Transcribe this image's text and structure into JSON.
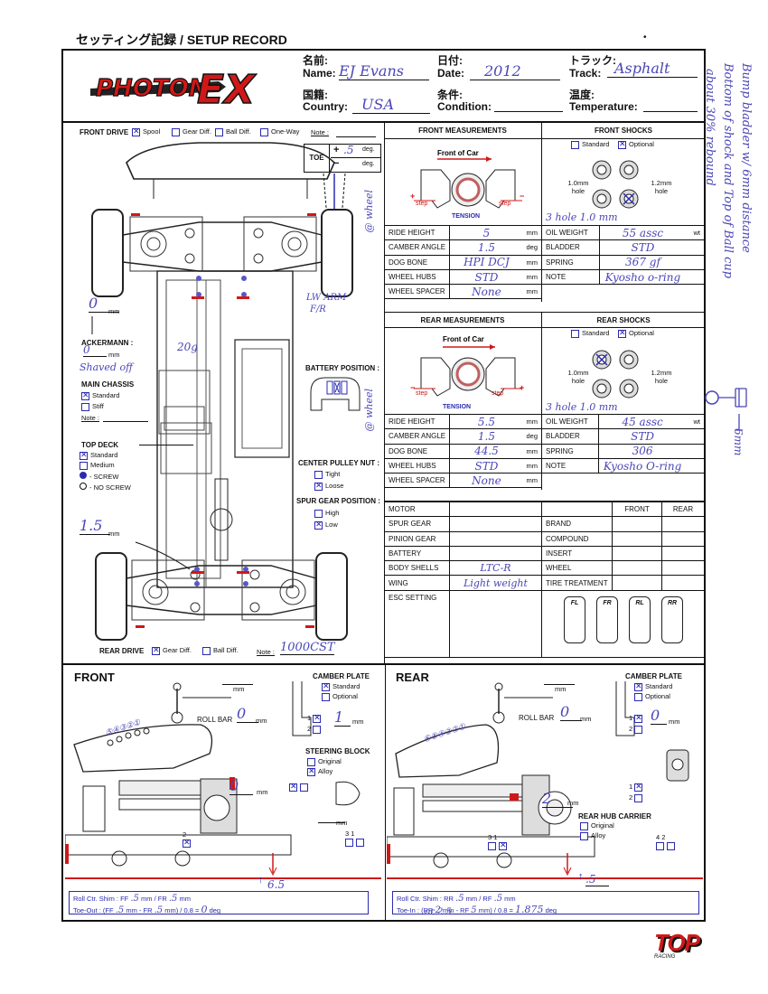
{
  "header": {
    "title": "セッティング記録 / SETUP RECORD",
    "logo": "PHOTON EX",
    "name_jp": "名前:",
    "name_label": "Name:",
    "name_value": "EJ Evans",
    "date_jp": "日付:",
    "date_label": "Date:",
    "date_value": "2012",
    "track_jp": "トラック:",
    "track_label": "Track:",
    "track_value": "Asphalt",
    "country_jp": "国籍:",
    "country_label": "Country:",
    "country_value": "USA",
    "condition_jp": "条件:",
    "condition_label": "Condition:",
    "condition_value": "",
    "temp_jp": "温度:",
    "temp_label": "Temperature:",
    "temp_value": ""
  },
  "margin_note": {
    "line1": "Bump bladder w/ 6mm distance",
    "line2": "Bottom of shock and Top of Ball cup",
    "line3": "about 30% rebound",
    "dim": "6mm"
  },
  "chassis": {
    "front_drive_label": "FRONT DRIVE",
    "spool": "Spool",
    "gear_diff": "Gear Diff.",
    "ball_diff": "Ball Diff.",
    "one_way": "One-Way",
    "note_label": "Note :",
    "toe_label": "TOE",
    "toe_plus": "+",
    "toe_minus": "−",
    "toe_value": ".5",
    "deg": "deg.",
    "at_wheel_front": "@ wheel",
    "at_wheel_rear": "@ wheel",
    "front_mm_value": "0",
    "mm": "mm",
    "lw_arm": "LW ARM",
    "fr": "F/R",
    "ackermann_label": "ACKERMANN :",
    "ackermann_value": "0",
    "shaved": "Shaved off",
    "twenty_g": "20g",
    "main_chassis_label": "MAIN CHASSIS",
    "standard": "Standard",
    "stiff": "Stiff",
    "medium": "Medium",
    "top_deck_label": "TOP DECK",
    "screw": "- SCREW",
    "no_screw": "- NO SCREW",
    "battery_position_label": "BATTERY POSITION :",
    "center_pulley_label": "CENTER PULLEY NUT :",
    "tight": "Tight",
    "loose": "Loose",
    "spur_position_label": "SPUR GEAR POSITION :",
    "high": "High",
    "low": "Low",
    "rear_mm_value": "1.5",
    "rear_drive_label": "REAR DRIVE",
    "rear_note_value": "1000CST"
  },
  "front_measurements": {
    "title": "FRONT MEASUREMENTS",
    "front_of_car": "Front of Car",
    "step": "step",
    "tension": "TENSION",
    "rows": [
      {
        "label": "RIDE HEIGHT",
        "value": "5",
        "unit": "mm"
      },
      {
        "label": "CAMBER ANGLE",
        "value": "1.5",
        "unit": "deg"
      },
      {
        "label": "DOG BONE",
        "value": "HPI DCJ",
        "unit": "mm"
      },
      {
        "label": "WHEEL HUBS",
        "value": "STD",
        "unit": "mm"
      },
      {
        "label": "WHEEL SPACER",
        "value": "None",
        "unit": "mm"
      }
    ]
  },
  "front_shocks": {
    "title": "FRONT SHOCKS",
    "standard": "Standard",
    "optional": "Optional",
    "hole1": "1.0mm",
    "hole2": "1.2mm",
    "hole": "hole",
    "hole_note": "3 hole 1.0 mm",
    "rows": [
      {
        "label": "OIL WEIGHT",
        "value": "55 assc",
        "unit": "wt"
      },
      {
        "label": "BLADDER",
        "value": "STD",
        "unit": ""
      },
      {
        "label": "SPRING",
        "value": "367 gf",
        "unit": ""
      },
      {
        "label": "NOTE",
        "value": "Kyosho o-ring",
        "unit": ""
      }
    ]
  },
  "rear_measurements": {
    "title": "REAR MEASUREMENTS",
    "rows": [
      {
        "label": "RIDE HEIGHT",
        "value": "5.5",
        "unit": "mm"
      },
      {
        "label": "CAMBER ANGLE",
        "value": "1.5",
        "unit": "deg"
      },
      {
        "label": "DOG BONE",
        "value": "44.5",
        "unit": "mm"
      },
      {
        "label": "WHEEL HUBS",
        "value": "STD",
        "unit": "mm"
      },
      {
        "label": "WHEEL SPACER",
        "value": "None",
        "unit": "mm"
      }
    ]
  },
  "rear_shocks": {
    "title": "REAR SHOCKS",
    "hole_note": "3 hole 1.0 mm",
    "rows": [
      {
        "label": "OIL WEIGHT",
        "value": "45 assc",
        "unit": "wt"
      },
      {
        "label": "BLADDER",
        "value": "STD",
        "unit": ""
      },
      {
        "label": "SPRING",
        "value": "306",
        "unit": ""
      },
      {
        "label": "NOTE",
        "value": "Kyosho O-ring",
        "unit": ""
      }
    ]
  },
  "electronics": {
    "left_rows": [
      {
        "label": "MOTOR",
        "value": ""
      },
      {
        "label": "SPUR GEAR",
        "value": ""
      },
      {
        "label": "PINION GEAR",
        "value": ""
      },
      {
        "label": "BATTERY",
        "value": ""
      },
      {
        "label": "BODY SHELLS",
        "value": "LTC-R"
      },
      {
        "label": "WING",
        "value": "Light weight"
      },
      {
        "label": "ESC SETTING",
        "value": ""
      }
    ],
    "front": "FRONT",
    "rear": "REAR",
    "right_rows": [
      {
        "label": "BRAND"
      },
      {
        "label": "COMPOUND"
      },
      {
        "label": "INSERT"
      },
      {
        "label": "WHEEL"
      },
      {
        "label": "TIRE TREATMENT"
      }
    ],
    "tires": [
      "FL",
      "FR",
      "RL",
      "RR"
    ]
  },
  "front_section": {
    "title": "FRONT",
    "roll_bar": "ROLL BAR",
    "roll_bar_value": "0",
    "camber_plate": "CAMBER PLATE",
    "standard": "Standard",
    "optional": "Optional",
    "camber_value": "1",
    "steering_block": "STEERING BLOCK",
    "original": "Original",
    "alloy": "Alloy",
    "height_value": "0",
    "ride_value": "6.5",
    "shim_line": "Roll Ctr. Shim : FF",
    "shim_ff": ".5",
    "shim_fr_label": "mm / FR",
    "shim_fr": ".5",
    "toe_line": "Toe-Out : (FF",
    "toe_ff": ".5",
    "toe_mid": "mm - FR",
    "toe_fr": ".5",
    "toe_end": "mm) / 0.8 =",
    "toe_result": "0",
    "toe_unit": "deg",
    "nums_top": "⑤④③②①",
    "n1": "1",
    "n2": "2",
    "n3": "3"
  },
  "rear_section": {
    "title": "REAR",
    "roll_bar_value": "0",
    "camber_value": "0",
    "rear_hub_carrier": "REAR HUB CARRIER",
    "height_value": "2",
    "ride_value": ".5",
    "shim_line": "Roll Ctr. Shim : RR",
    "shim_rr": ".5",
    "shim_rf_label": "mm / RF",
    "shim_rf": ".5",
    "toe_line": "Toe-In : (RR",
    "toe_rr": "2",
    "toe_mid": "mm - RF",
    "toe_rf": "5",
    "toe_end": "mm) / 0.8 =",
    "toe_result": "1.875",
    "toe_alt": "or 2.5",
    "nums_top": "⑥⑤④③②①",
    "n4": "4",
    "n2": "2"
  },
  "footer": {
    "brand": "TOP",
    "brand_sub": "RACING"
  }
}
